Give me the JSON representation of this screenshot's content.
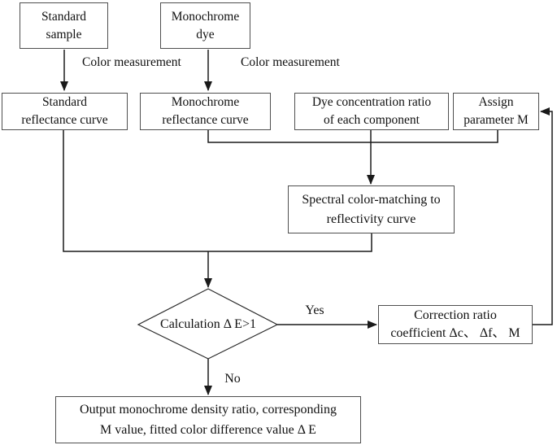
{
  "diagram": {
    "type": "flowchart",
    "colors": {
      "background": "#ffffff",
      "line": "#1a1a1a",
      "box_border": "#4f4f4f",
      "text": "#111111"
    },
    "nodes": {
      "standard_sample": {
        "line1": "Standard",
        "line2": "sample"
      },
      "monochrome_dye": {
        "line1": "Monochrome",
        "line2": "dye"
      },
      "standard_reflectance": {
        "line1": "Standard",
        "line2": "reflectance curve"
      },
      "monochrome_reflectance": {
        "line1": "Monochrome",
        "line2": "reflectance curve"
      },
      "dye_concentration": {
        "line1": "Dye concentration ratio",
        "line2": "of each component"
      },
      "assign_parameter": {
        "line1": "Assign",
        "line2": "parameter M"
      },
      "spectral_matching": {
        "line1": "Spectral color-matching to",
        "line2": "reflectivity curve"
      },
      "decision": {
        "label": "Calculation Δ E>1"
      },
      "correction": {
        "line1": "Correction ratio",
        "line2": "coefficient Δc、 Δf、 M"
      },
      "output": {
        "line1": "Output monochrome density ratio, corresponding",
        "line2": "M value, fitted color difference value Δ E"
      }
    },
    "edge_labels": {
      "color_measurement_left": {
        "line1": "Color",
        "line2": "measurement"
      },
      "color_measurement_right": {
        "line1": "Color",
        "line2": "measurement"
      },
      "yes": "Yes",
      "no": "No"
    }
  }
}
